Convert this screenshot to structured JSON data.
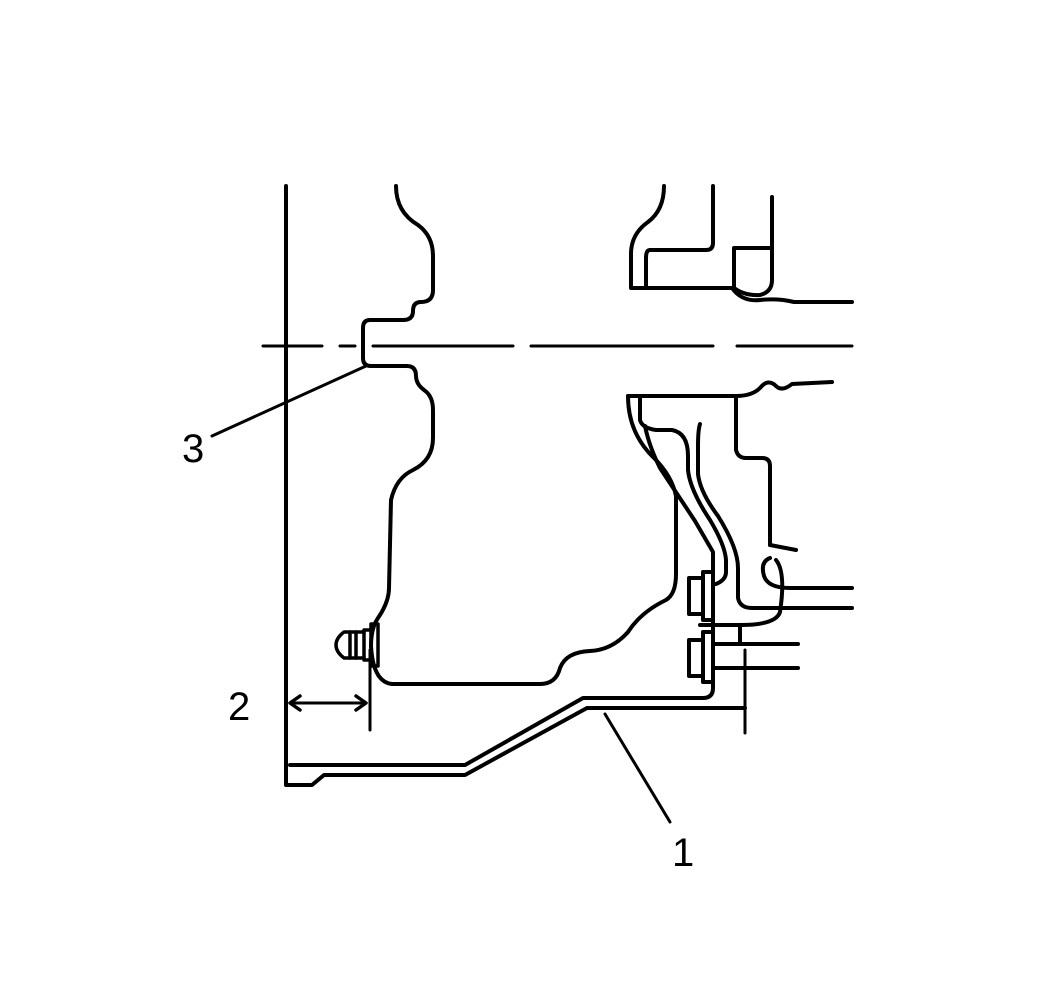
{
  "diagram": {
    "callouts": [
      {
        "id": "1",
        "label": "1"
      },
      {
        "id": "2",
        "label": "2"
      },
      {
        "id": "3",
        "label": "3"
      }
    ],
    "colors": {
      "ink": "#000000",
      "background": "#ffffff"
    }
  }
}
